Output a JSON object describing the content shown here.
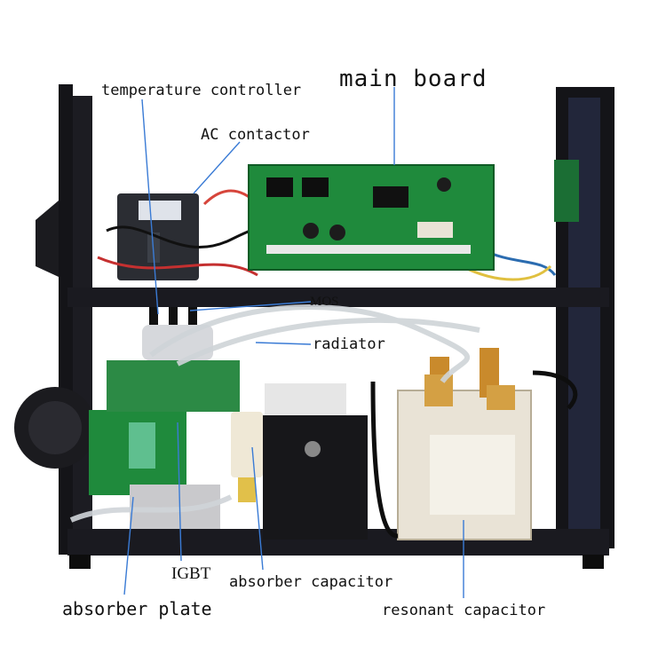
{
  "labels": {
    "temperature_controller": "temperature controller",
    "ac_contactor": "AC contactor",
    "main_board": "main board",
    "mos": "MOS",
    "radiator": "radiator",
    "igbt": "IGBT",
    "absorber_capacitor": "absorber capacitor",
    "absorber_plate": "absorber plate",
    "resonant_capacitor": "resonant capacitor"
  },
  "colors": {
    "frame": "#141418",
    "pcb": "#1f8a3c",
    "leader_line": "#3a7bd5",
    "housing": "#e9e3d6",
    "copper": "#c98a2c"
  }
}
